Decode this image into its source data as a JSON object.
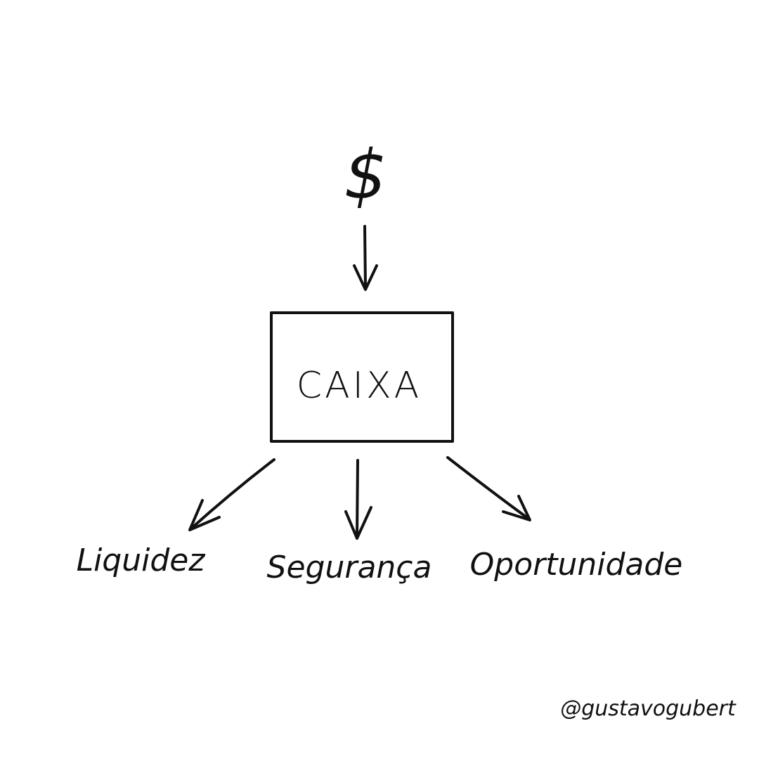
{
  "diagram": {
    "source_symbol": "$",
    "center_label": "CAIXA",
    "outputs": [
      {
        "label": "Liquidez"
      },
      {
        "label": "Segurança"
      },
      {
        "label": "Oportunidade"
      }
    ],
    "signature": "@gustavogubert",
    "ink_color": "#111111",
    "background_color": "#ffffff"
  }
}
